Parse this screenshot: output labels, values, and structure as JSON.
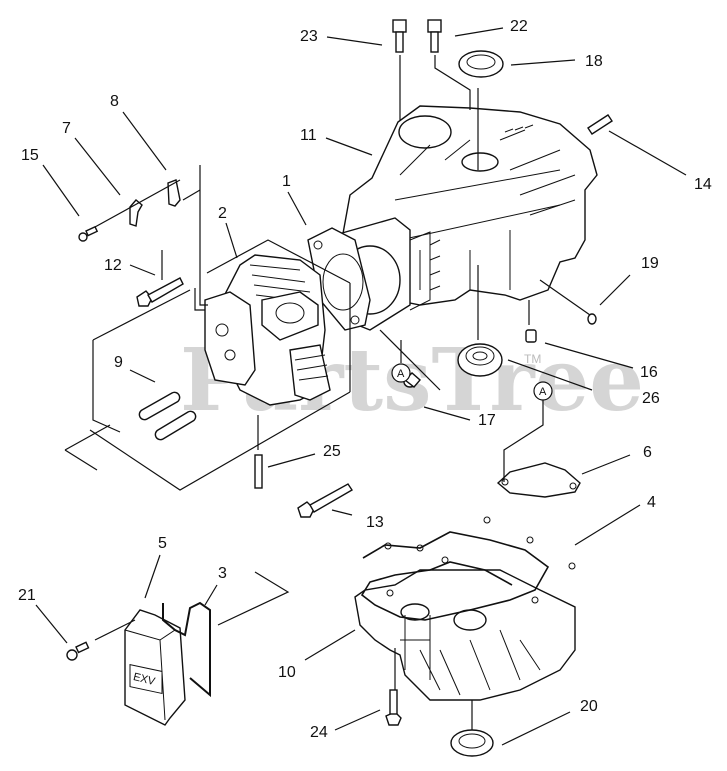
{
  "diagram": {
    "type": "exploded-parts-diagram",
    "watermark": "PartsTree",
    "watermark_mark": "TM",
    "reference_marker": "A",
    "cover_logo": "EXV",
    "callouts": [
      {
        "id": "c1",
        "label": "1"
      },
      {
        "id": "c2",
        "label": "2"
      },
      {
        "id": "c3",
        "label": "3"
      },
      {
        "id": "c4",
        "label": "4"
      },
      {
        "id": "c5",
        "label": "5"
      },
      {
        "id": "c6",
        "label": "6"
      },
      {
        "id": "c7",
        "label": "7"
      },
      {
        "id": "c8",
        "label": "8"
      },
      {
        "id": "c9",
        "label": "9"
      },
      {
        "id": "c10",
        "label": "10"
      },
      {
        "id": "c11",
        "label": "11"
      },
      {
        "id": "c12",
        "label": "12"
      },
      {
        "id": "c13",
        "label": "13"
      },
      {
        "id": "c14",
        "label": "14"
      },
      {
        "id": "c15",
        "label": "15"
      },
      {
        "id": "c16",
        "label": "16"
      },
      {
        "id": "c17",
        "label": "17"
      },
      {
        "id": "c18",
        "label": "18"
      },
      {
        "id": "c19",
        "label": "19"
      },
      {
        "id": "c20",
        "label": "20"
      },
      {
        "id": "c21",
        "label": "21"
      },
      {
        "id": "c22",
        "label": "22"
      },
      {
        "id": "c23",
        "label": "23"
      },
      {
        "id": "c24",
        "label": "24"
      },
      {
        "id": "c25",
        "label": "25"
      },
      {
        "id": "c26",
        "label": "26"
      }
    ]
  }
}
